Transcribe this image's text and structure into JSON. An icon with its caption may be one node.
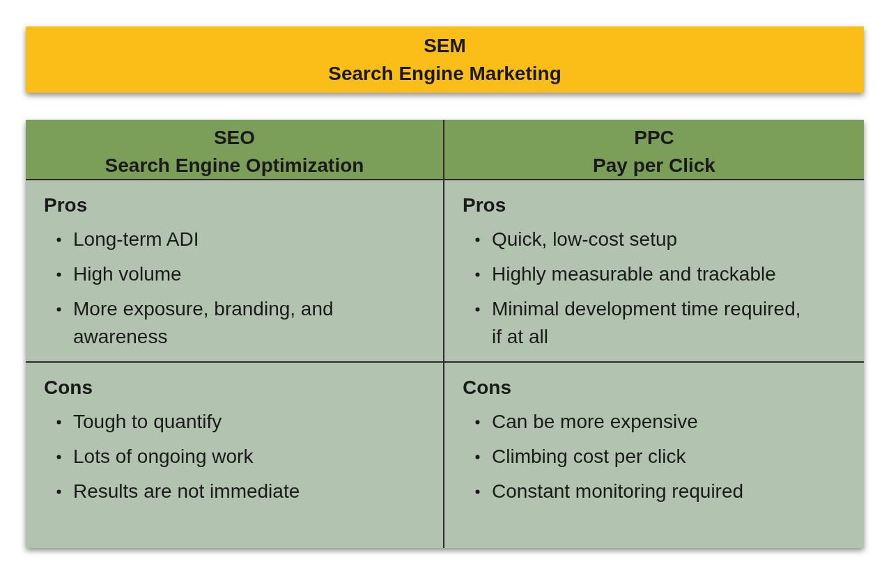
{
  "diagram": {
    "nodes": [
      {
        "text": [
          "SEM",
          "Search Engine Marketing"
        ]
      },
      {
        "text": [
          "SEO",
          "Search Engine Optimization"
        ]
      },
      {
        "text": [
          "PPC",
          "Pay per Click"
        ]
      },
      {
        "text": [
          "Pros",
          "Long-term ADI",
          "High volume",
          "More exposure, branding, and awareness"
        ]
      },
      {
        "text": [
          "Pros",
          "Quick, low-cost setup",
          "Highly measurable and trackable",
          "Minimal development time required, if at all"
        ]
      },
      {
        "text": [
          "Cons",
          "Tough to quantify",
          "Lots of ongoing work",
          "Results are not immediate"
        ]
      },
      {
        "text": [
          "Cons",
          "Can be more expensive",
          "Climbing cost per click",
          "Constant monitoring required"
        ]
      }
    ]
  }
}
